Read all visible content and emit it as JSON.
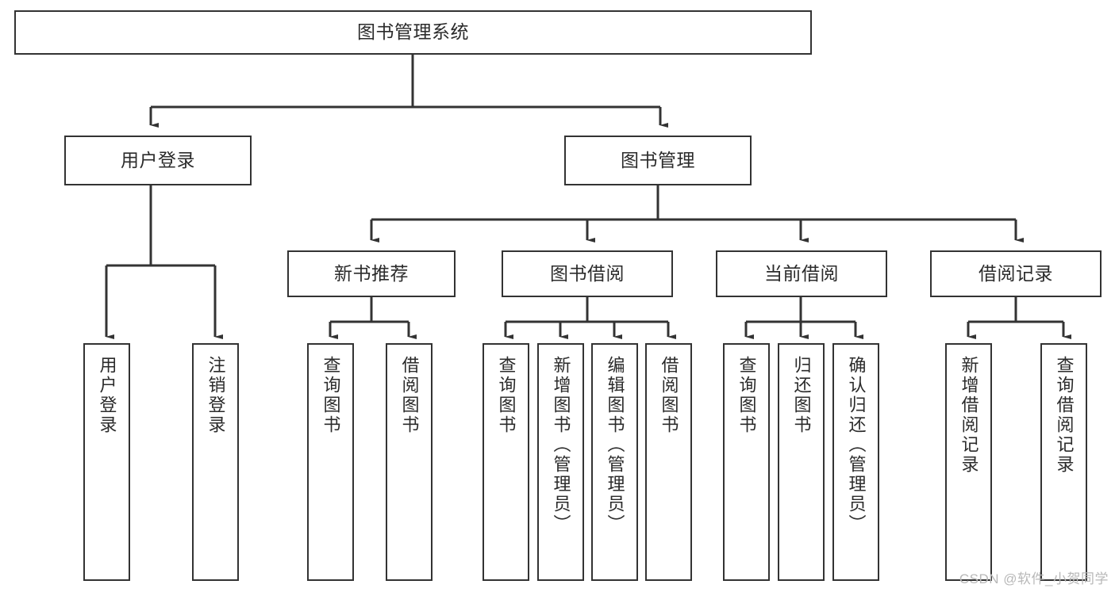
{
  "diagram": {
    "title": "图书管理系统",
    "type": "tree-hierarchy",
    "watermark": "CSDN @软件_小贺同学",
    "colors": {
      "box_border": "#333333",
      "box_fill": "#ffffff",
      "connector": "#333333",
      "text": "#2b2b2b",
      "watermark": "#b8b8b8"
    },
    "nodes": {
      "root": {
        "label": "图书管理系统"
      },
      "level2": [
        {
          "id": "user-login",
          "label": "用户登录"
        },
        {
          "id": "book-management",
          "label": "图书管理"
        }
      ],
      "level3": [
        {
          "id": "new-book-recommend",
          "label": "新书推荐"
        },
        {
          "id": "book-borrow",
          "label": "图书借阅"
        },
        {
          "id": "current-borrow",
          "label": "当前借阅"
        },
        {
          "id": "borrow-record",
          "label": "借阅记录"
        }
      ],
      "leaves": {
        "user_login": [
          {
            "id": "leaf-user-login",
            "label": "用户登录"
          },
          {
            "id": "leaf-logout-login",
            "label": "注销登录"
          }
        ],
        "new_book_recommend": [
          {
            "id": "leaf-query-book-1",
            "label": "查询图书"
          },
          {
            "id": "leaf-borrow-book-1",
            "label": "借阅图书"
          }
        ],
        "book_borrow": [
          {
            "id": "leaf-query-book-2",
            "label": "查询图书"
          },
          {
            "id": "leaf-add-book",
            "label": "新增图书（管理员）"
          },
          {
            "id": "leaf-edit-book",
            "label": "编辑图书（管理员）"
          },
          {
            "id": "leaf-borrow-book-2",
            "label": "借阅图书"
          }
        ],
        "current_borrow": [
          {
            "id": "leaf-query-book-3",
            "label": "查询图书"
          },
          {
            "id": "leaf-return-book",
            "label": "归还图书"
          },
          {
            "id": "leaf-confirm-return",
            "label": "确认归还（管理员）"
          }
        ],
        "borrow_record": [
          {
            "id": "leaf-add-record",
            "label": "新增借阅记录"
          },
          {
            "id": "leaf-query-record",
            "label": "查询借阅记录"
          }
        ]
      }
    }
  }
}
